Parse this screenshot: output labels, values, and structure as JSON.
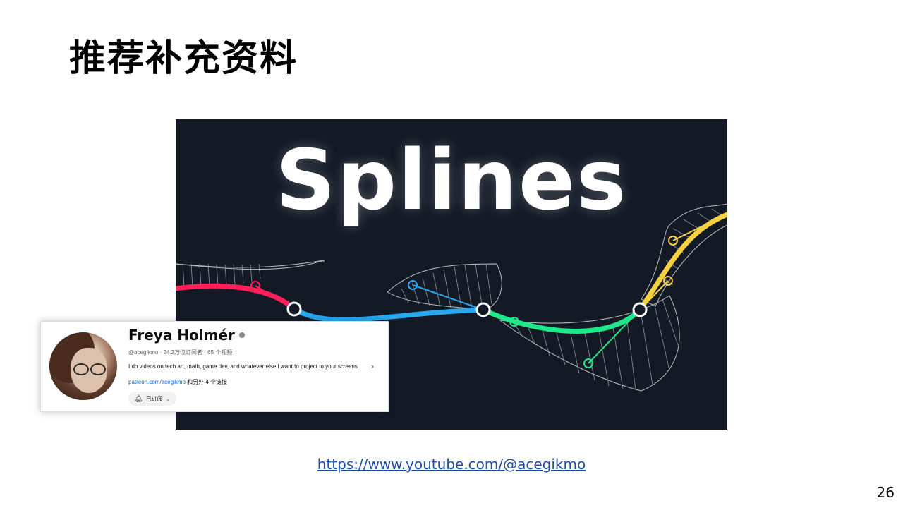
{
  "slide": {
    "title": "推荐补充资料",
    "link_url": "https://www.youtube.com/@acegikmo",
    "page_number": "26"
  },
  "thumbnail": {
    "title": "Splines",
    "background_color": "#131a26",
    "segment_colors": [
      "#ff1f5a",
      "#29a8f0",
      "#1ee88a",
      "#f5d142"
    ]
  },
  "channel": {
    "name": "Freya Holmér",
    "meta": "@acegikmo · 24.2万位订阅者 · 65 个视频",
    "description": "I do videos on tech art, math, game dev, and whatever else I want to project to your screens",
    "link_text": "patreon.com/acegikmo",
    "link_suffix": " 和另外 4 个链接",
    "subscribe_label": "已订阅",
    "icons": [
      "verified-icon",
      "chevron-right-icon",
      "bell-icon",
      "chevron-down-icon"
    ]
  }
}
